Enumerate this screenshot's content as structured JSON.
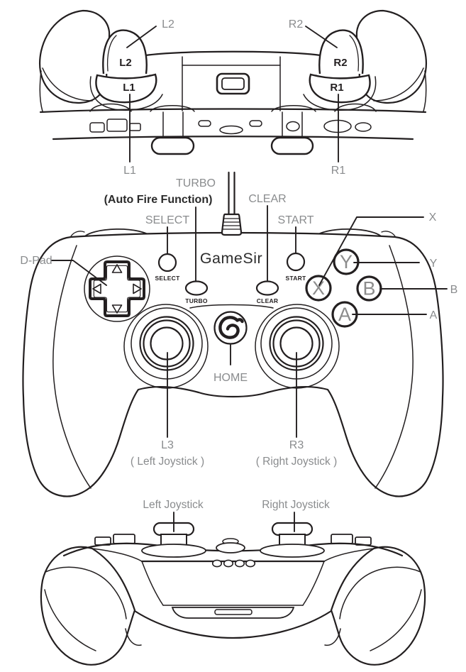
{
  "colors": {
    "line": "#231f20",
    "label_gray": "#8a8c8e",
    "label_dark": "#2b2b2b"
  },
  "brand": {
    "wordmark": "GameSir"
  },
  "top_view": {
    "callouts": {
      "l2": "L2",
      "r2": "R2",
      "l1": "L1",
      "r1": "R1"
    },
    "part_marks": {
      "l2": "L2",
      "r2": "R2",
      "l1": "L1",
      "r1": "R1"
    }
  },
  "front_view": {
    "callouts": {
      "turbo": "TURBO",
      "turbo_note": "(Auto Fire Function)",
      "clear": "CLEAR",
      "select": "SELECT",
      "start": "START",
      "dpad": "D-Pad",
      "x": "X",
      "y": "Y",
      "b": "B",
      "a": "A",
      "home": "HOME",
      "l3": "L3",
      "l3_note": "( Left Joystick )",
      "r3": "R3",
      "r3_note": "( Right Joystick )"
    },
    "button_prints": {
      "select": "SELECT",
      "turbo": "TURBO",
      "clear": "CLEAR",
      "start": "START"
    },
    "face_buttons": {
      "x": "X",
      "y": "Y",
      "b": "B",
      "a": "A"
    }
  },
  "rear_view": {
    "callouts": {
      "left_joystick": "Left Joystick",
      "right_joystick": "Right Joystick"
    }
  }
}
